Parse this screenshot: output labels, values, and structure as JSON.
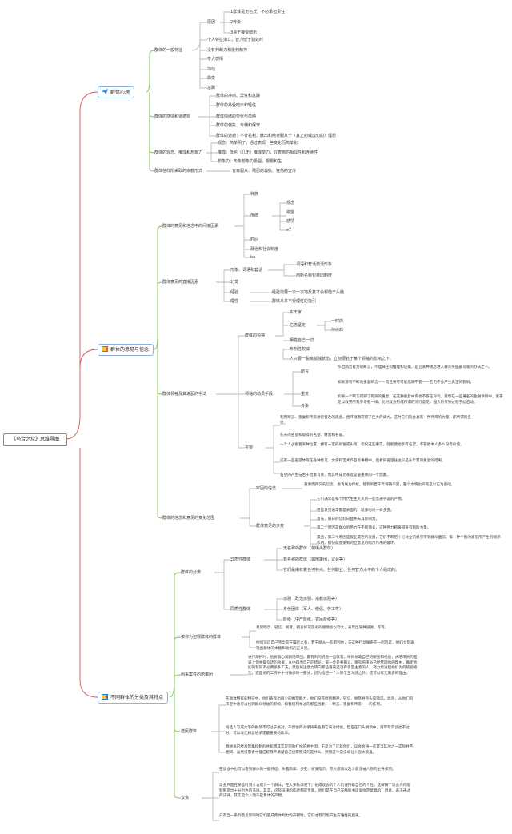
{
  "root": "《乌合之众》思维导图",
  "b1": {
    "title": "群体心理",
    "icon": "paper-plane-icon",
    "n1": "群体的一般特征",
    "yuanyin": "原因",
    "r1": "1群体是无名氏，不必承担责任",
    "r2": "2传染",
    "r3": "3易于接受暗示",
    "t1": "个人特征消亡，智力低于独处时",
    "t2": "没有判断力和批判精神",
    "t3": "夸大感情",
    "t4": "冲动",
    "t5": "异变",
    "t6": "急躁",
    "n2": "群体的感情和道德观",
    "e1": "群体的冲动、异变和急躁",
    "e2": "群体的易受暗示和轻信",
    "e3": "群体情绪的夸张与单纯",
    "e4": "群体的偏执、专横和保守",
    "e5": "群体的道德：不计名利、献出和绝对服从于（真正的或虚幻的）理想",
    "n3": "群体的观念、推理和想象力",
    "g1": "观念：简单明了，通过表现一些变化而简单化",
    "g2": "推理：低劣（几无）推理能力，只表面的相似性和连续性",
    "g3": "想象力：形象想象力极强，根根和生",
    "n4": "群体信仰所采取的宗教形式",
    "n4c": "盲目服从、残忍的偏执、狂热的宣传"
  },
  "b2": {
    "title": "群体的意见与信念",
    "icon": "flag-icon",
    "n1": "群体的意见和信念中的间接因素",
    "zz": "种族",
    "ct": "传统",
    "ct1": "观念",
    "ct2": "欲望",
    "ct3": "感情",
    "ct4": "eY",
    "sj": "时间",
    "zzsh": "政治和社会制度",
    "jy": "ba",
    "n2": "群体意见的直接因素",
    "xx": "形象、词语和套话",
    "xx1": "词语和套话激活形象",
    "xx2": "用新名称包装旧制度",
    "hj": "幻觉",
    "jyan": "经验",
    "jyan1": "经验需要一次一次地反复才会根植于头脑",
    "lx": "理性",
    "lx1": "群体从来不受理性的指引",
    "n3": "群体领袖及其说服的手法",
    "ld": "群体的领袖",
    "ld1": "实干家",
    "xn": "信念坚定",
    "xn1": "一时的",
    "xn2": "持续的",
    "ld3": "牺牲自己一切",
    "ld4": "专制性权威",
    "ld5": "人只要一脱离孤独状态，立刻便处于某个领袖的影响之下。",
    "sd": "领袖的动员手段",
    "dy": "断言",
    "dyt": "作出简洁有力的断言，不理睬任何推理和证据，是让某种观念进入群众头脑最可靠的办法之一。",
    "cf": "重复",
    "cft": "如果没有不断地重复断言——而且要尽可能措辞不变——它仍不会产生真正的影响。",
    "cr": "传染",
    "crt": "如果一个断言得到了有效的重复，在这种重复中再也不存在异议，就像在一些著名的金融项目中，富豪足以收买所有参与者一样，此时就会形成所谓的流行意见，强大的传染过程于此启动。",
    "mw": "名望",
    "mw1": "利用断言、重复和传染进行普及的观念，因环境而获得了巨大的威力。这时它们就会具有一种神奇的力量，即所谓的名望。",
    "mw2": "先天的名望和取得的名望、财富和名誉。",
    "mw3": "一个人占据着某种位置、拥有一定的财富或头衔，仅仅这些事实，就能使他享有名望，不管他本人多么没有价值。",
    "mw4": "还有一些名望体现在各种意见、文学和艺术作品等事物中。后者的名望往往只是长年累月重复的结果。",
    "mw5": "名望的产生与若干因素有关，而其中成功永远是最重要的一个因素。",
    "n4": "群体的信念和意见的变化范围",
    "gd": "牢固的信念",
    "gdt": "重要而持久的信念，会发展为传统，能影响若干年保持不变，整个文明也许就是以它为基础。",
    "bd": "群体意见的多变",
    "bd1": "它们通常是每个时代生生灭灭的一些普通学说的产物。",
    "bd2": "这些意见通常都是表面的，就像时尚一样多变。",
    "bd3": "首先，旧日的信仰日益失去其影响力。",
    "bd4": "第二个原因是群众的势力在不断增长，这种势力越来越没有制衡力量。",
    "bd5": "最后，第三个原因是报业最近的发展，它们不断把十分对立的意见带到群众面前。每一种个别的意见所产生的暗示作用，很快就会受到对立意见的暗示作用的破坏。"
  },
  "b3": {
    "title": "不同群体的分类及其特点",
    "icon": "flag-icon",
    "n1": "群体的分类",
    "yz": "异质性群体",
    "yz1": "无名称的群体（如街头群体）",
    "yz2": "有名称的群体（如陪审团，议会等）",
    "yz3": "它们是由有着任何特点、任何职业、任何智力水平的个人组成的。",
    "tz": "同质性群体",
    "tz1": "派别（政治派别、宗教派别等）",
    "tz2": "身份团体（军人、僧侣、劳工等）",
    "tz3": "阶级（中产阶级、农民阶级等）",
    "n2": "被称为犯罪群体的群体",
    "fz1": "易受暗示、轻信、易变、把良好或恶劣的感情加以夸大，表现出某种道德，等等。",
    "fz2": "他们深信自己完全是在履行义务，若干顺从一些审判台，与这种行动联系在一起的是，他们立刻表现出群体的本能和动机的正义感。",
    "n3": "刑事案件的陪审团",
    "ps": "进行辩护时，他要留心观察陪审团。最有利的机会一直就有，律师依靠自己的眼光和经验，从陪审员的面容上领会每句话的效果，从中得出自己的结论。第一步是要确认，哪些陪审员已经赞同他的理由，确定他们的赞同不必费很多工夫。然后将注意力转向那些看来还没有拿定主意的人，努力搞清楚他们为何敌视被告。这是他的工作中十分微妙的一部分，因为指控一个人除了正义感之外，还可以有无限多的理由。",
    "n4": "选民群体",
    "xm1": "在群体特有的特征中，他们表现出很少的推理能力，他们没有批判精神，轻信、易怒并且头脑简单。此外，从他们的决定中也可以找到群众领袖的影响，和我们列举过的那些因素——断言、重复和传染——的作用。",
    "xm2": "候选人写成文字的纲领不可过于绝对，不然他的对手将来会用它来对付他。但是在口头纲领中，再夸夸其谈也不过分。可以毫无顾忌地承诺最重要的改革。",
    "xm3": "激进派已经发现集权制的共和国其实是宗教打扮的君主国。于是为了迁就他们，议会会将一些首当其冲之一实际并不相同，虽然投票者中理应解释不清楚自己投票赞成的是什么，然而这个说法却让人很大欢喜。",
    "n5": "议会",
    "yh1": "在议会中也可以看到群体的一般特征：头脑简单、多变、易受暗示、夸大感情以及少数领袖人物的主导作用。",
    "yh2": "议会只是在某些时刻才会成为一个群体，在大多数情况下，组成议会的个人仍保持着自己的个性，这解释了议会为何能够制定出十分出色的法律。其实，这些法律的作者都是专家，他们是在自己安静的书房里拟定草稿的，因此，表决通过的法律，其实是个人而不是集体的产物。",
    "yh3": "只有当一系列意见影响时它们变成集体判力的产物时，它们才有可能产生灾难性的后果。"
  }
}
